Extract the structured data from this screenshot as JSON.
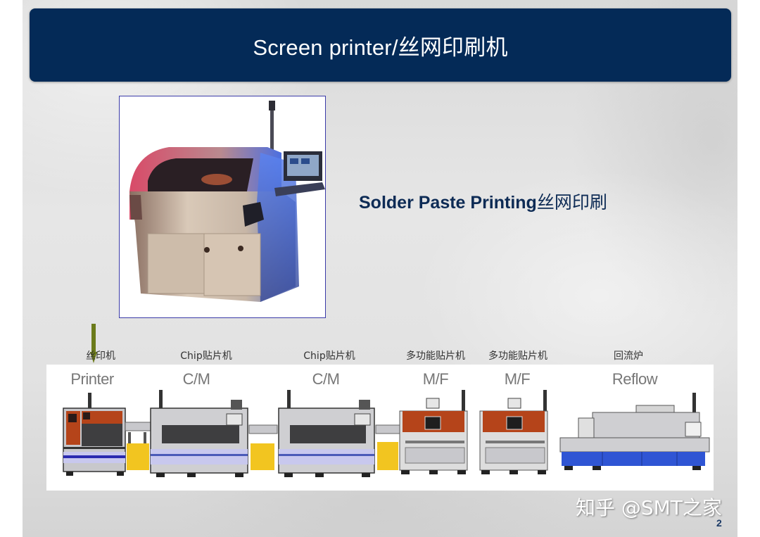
{
  "slide": {
    "title": "Screen printer/丝网印刷机",
    "subtitle_en": "Solder Paste Printing",
    "subtitle_cn": "丝网印刷",
    "page_number": "2",
    "watermark": "知乎 @SMT之家"
  },
  "colors": {
    "title_bar": "#042a57",
    "subtitle": "#0d2b55",
    "photo_border": "#3a3aa8",
    "arrow": "#6b7a1a",
    "machine_orange": "#b5441a",
    "conveyor_yellow": "#f2c520",
    "reflow_blue": "#2f55d4"
  },
  "production_line": {
    "stations": [
      {
        "cn": "丝印机",
        "en": "Printer"
      },
      {
        "cn": "Chip贴片机",
        "en": "C/M"
      },
      {
        "cn": "Chip贴片机",
        "en": "C/M"
      },
      {
        "cn": "多功能贴片机",
        "en": "M/F"
      },
      {
        "cn": "多功能贴片机",
        "en": "M/F"
      },
      {
        "cn": "回流炉",
        "en": "Reflow"
      }
    ]
  }
}
